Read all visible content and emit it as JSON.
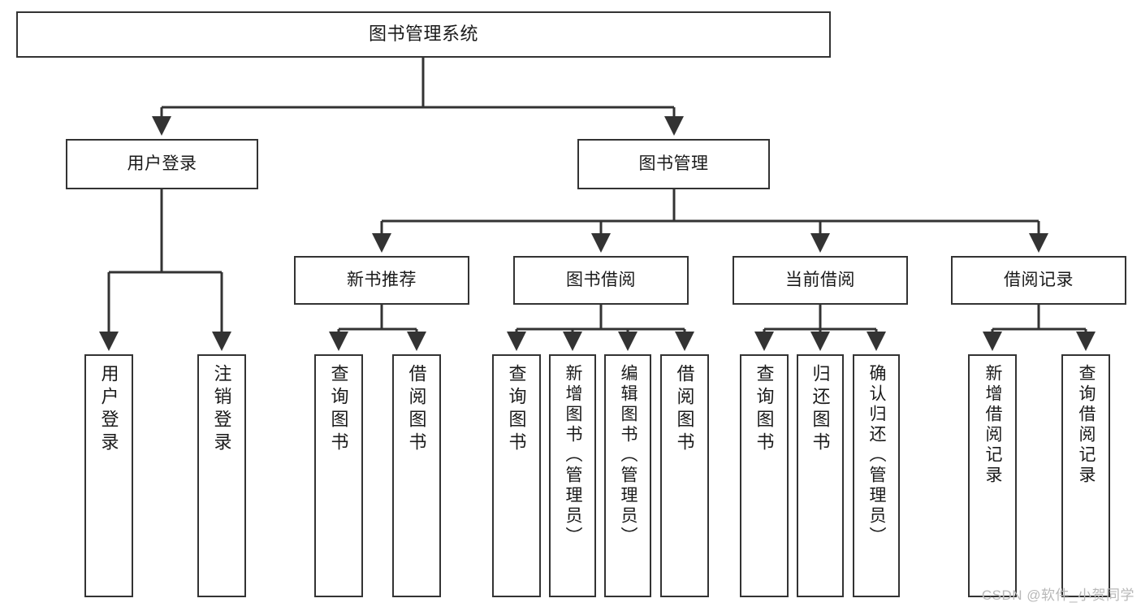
{
  "diagram": {
    "title": "图书管理系统",
    "type": "tree",
    "background": "#ffffff",
    "line_color": "#333333",
    "box_border_color": "#333333",
    "box_fill": "#ffffff",
    "text_color": "#1a1a1a"
  },
  "nodes": {
    "root": {
      "label": "图书管理系统",
      "level": 1
    },
    "l2": [
      {
        "id": "user-login",
        "label": "用户登录",
        "level": 2
      },
      {
        "id": "book-manage",
        "label": "图书管理",
        "level": 2
      }
    ],
    "l3": [
      {
        "id": "new-book-recommend",
        "label": "新书推荐",
        "level": 3
      },
      {
        "id": "book-borrow",
        "label": "图书借阅",
        "level": 3
      },
      {
        "id": "current-borrow",
        "label": "当前借阅",
        "level": 3
      },
      {
        "id": "borrow-record",
        "label": "借阅记录",
        "level": 3
      }
    ],
    "leaves": [
      {
        "id": "leaf-user-login",
        "label": "用户登录",
        "parent": "user-login"
      },
      {
        "id": "leaf-logout",
        "label": "注销登录",
        "parent": "user-login"
      },
      {
        "id": "leaf-query-book-1",
        "label": "查询图书",
        "parent": "new-book-recommend"
      },
      {
        "id": "leaf-borrow-book-1",
        "label": "借阅图书",
        "parent": "new-book-recommend"
      },
      {
        "id": "leaf-query-book-2",
        "label": "查询图书",
        "parent": "book-borrow"
      },
      {
        "id": "leaf-add-book",
        "label": "新增图书（管理员）",
        "parent": "book-borrow"
      },
      {
        "id": "leaf-edit-book",
        "label": "编辑图书（管理员）",
        "parent": "book-borrow"
      },
      {
        "id": "leaf-borrow-book-2",
        "label": "借阅图书",
        "parent": "book-borrow"
      },
      {
        "id": "leaf-query-book-3",
        "label": "查询图书",
        "parent": "current-borrow"
      },
      {
        "id": "leaf-return-book",
        "label": "归还图书",
        "parent": "current-borrow"
      },
      {
        "id": "leaf-confirm-return",
        "label": "确认归还（管理员）",
        "parent": "current-borrow"
      },
      {
        "id": "leaf-add-record",
        "label": "新增借阅记录",
        "parent": "borrow-record"
      },
      {
        "id": "leaf-query-record",
        "label": "查询借阅记录",
        "parent": "borrow-record"
      }
    ]
  },
  "watermark": {
    "text": "CSDN @软件_小贺同学"
  }
}
